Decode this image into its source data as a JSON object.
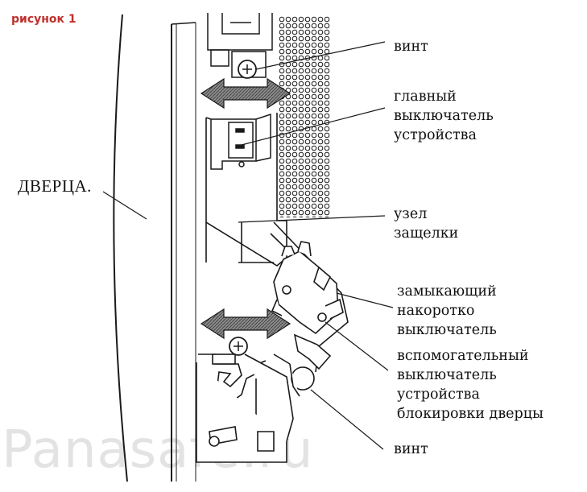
{
  "figure_title": "рисунок 1",
  "door_label": "ДВЕРЦА.",
  "watermark": "Panasafe.ru",
  "labels": {
    "screw_top": "винт",
    "main_switch": [
      "главный",
      "выключатель",
      "устройства"
    ],
    "latch_assembly": [
      "узел",
      "защелки"
    ],
    "short_switch": [
      "замыкающий",
      "накоротко",
      "выключатель"
    ],
    "aux_switch": [
      "вспомогательный",
      "выключатель",
      "устройства",
      "блокировки дверцы"
    ],
    "screw_bottom": "винт"
  },
  "colors": {
    "line": "#1a1a1a",
    "arrow_fill": "#6e6e6e",
    "title": "#c0302c",
    "watermark": "#e3e3e3"
  },
  "icons": [
    "double-arrow-icon",
    "screw-icon",
    "vent-grid"
  ]
}
